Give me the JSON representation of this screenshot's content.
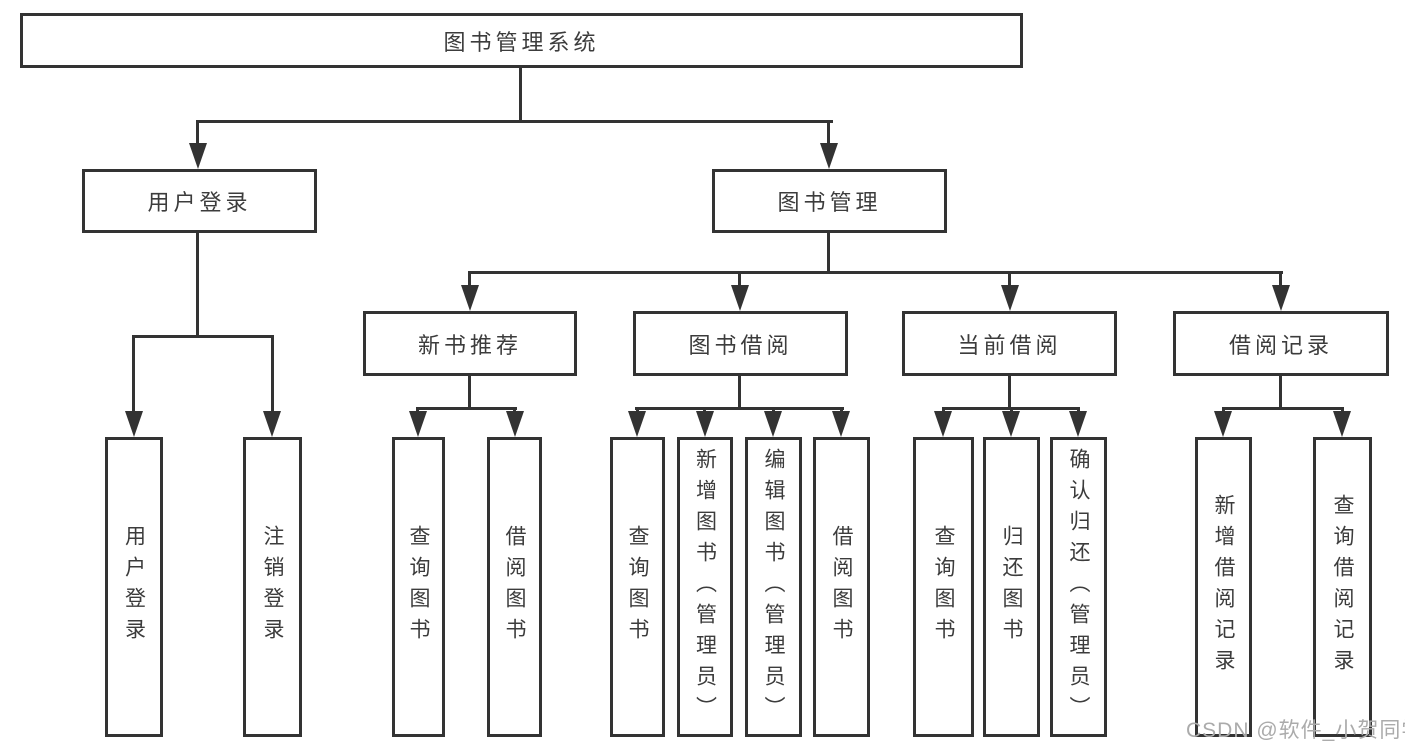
{
  "diagram": {
    "root": "图书管理系统",
    "branches": {
      "user_login": {
        "label": "用户登录",
        "children": [
          "用户登录",
          "注销登录"
        ]
      },
      "book_management": {
        "label": "图书管理",
        "groups": [
          {
            "label": "新书推荐",
            "children": [
              "查询图书",
              "借阅图书"
            ]
          },
          {
            "label": "图书借阅",
            "children": [
              "查询图书",
              "新增图书（管理员）",
              "编辑图书（管理员）",
              "借阅图书"
            ]
          },
          {
            "label": "当前借阅",
            "children": [
              "查询图书",
              "归还图书",
              "确认归还（管理员）"
            ]
          },
          {
            "label": "借阅记录",
            "children": [
              "新增借阅记录",
              "查询借阅记录"
            ]
          }
        ]
      }
    }
  },
  "watermark": "CSDN @软件_小贺同学",
  "colors": {
    "line": "#333333",
    "text": "#3c3c3c",
    "background": "#ffffff",
    "watermark": "#ababab"
  }
}
